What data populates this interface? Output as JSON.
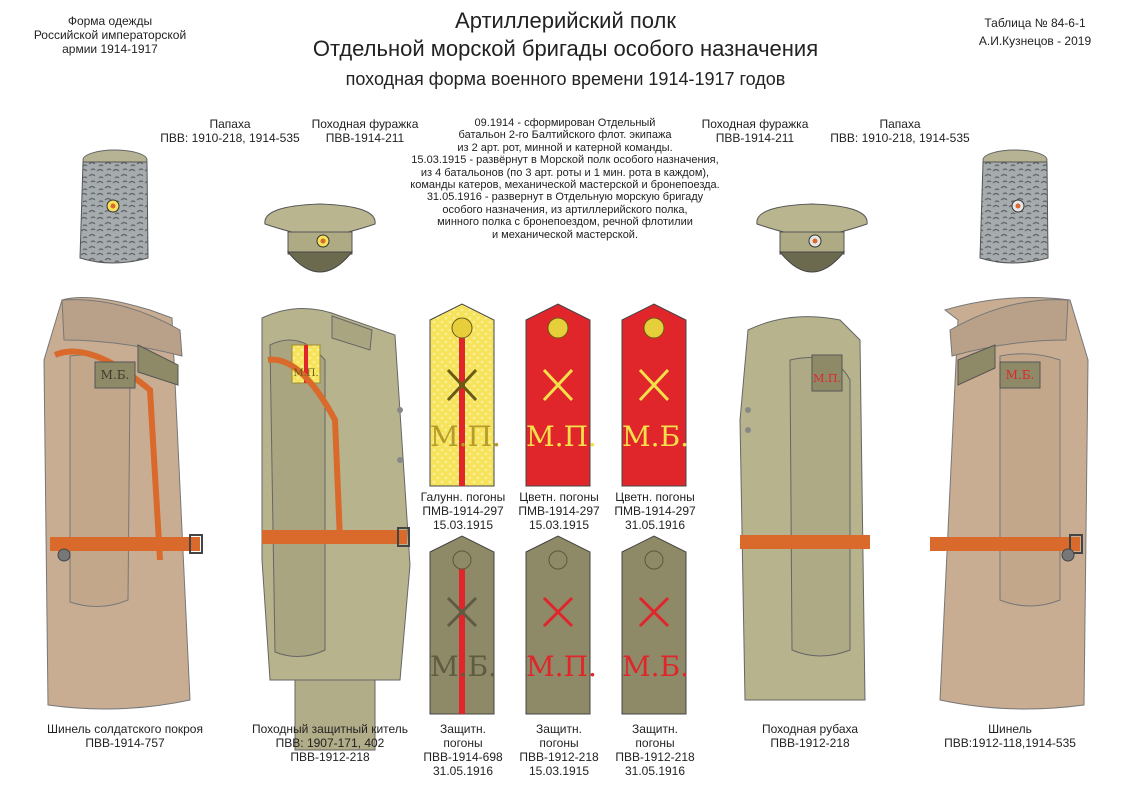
{
  "header": {
    "left_lines": [
      "Форма одежды",
      "Российской императорской",
      "армии  1914-1917"
    ],
    "title_line1": "Артиллерийский полк",
    "title_line2": "Отдельной морской бригады особого назначения",
    "subtitle": "походная форма военного времени 1914-1917 годов",
    "right_lines": [
      "Таблица № 84-6-1",
      "А.И.Кузнецов - 2019"
    ]
  },
  "headgear_labels": {
    "papakha_left": [
      "Папаха",
      "ПВВ: 1910-218, 1914-535"
    ],
    "cap_left": [
      "Походная фуражка",
      "ПВВ-1914-211"
    ],
    "cap_right": [
      "Походная фуражка",
      "ПВВ-1914-211"
    ],
    "papakha_right": [
      "Папаха",
      "ПВВ: 1910-218, 1914-535"
    ]
  },
  "history_lines": [
    "09.1914 - сформирован Отдельный",
    "батальон 2-го Балтийского флот. экипажа",
    "из 2 арт. рот, минной  и катерной команды.",
    "15.03.1915 -  развёрнут в Морской полк особого назначения,",
    "из 4 батальонов (по 3 арт. роты и 1 мин. рота в каждом),",
    "команды катеров, механической мастерской и бронепоезда.",
    "31.05.1916 - развернут в Отдельную морскую бригаду",
    "особого назначения, из артиллерийского полка,",
    "минного полка с бронепоездом, речной флотилии",
    "и механической мастерской."
  ],
  "shoulder_boards": [
    {
      "cipher": "М.П.",
      "caption": [
        "Галунн. погоны",
        "ПМВ-1914-297",
        "15.03.1915"
      ]
    },
    {
      "cipher": "М.П.",
      "caption": [
        "Цветн. погоны",
        "ПМВ-1914-297",
        "15.03.1915"
      ]
    },
    {
      "cipher": "М.Б.",
      "caption": [
        "Цветн. погоны",
        "ПМВ-1914-297",
        "31.05.1916"
      ]
    },
    {
      "cipher": "М.Б.",
      "caption": [
        "Защитн. погоны",
        "ПВВ-1914-698",
        "31.05.1916"
      ]
    },
    {
      "cipher": "М.П.",
      "caption": [
        "Защитн. погоны",
        "ПВВ-1912-218",
        "15.03.1915"
      ]
    },
    {
      "cipher": "М.Б.",
      "caption": [
        "Защитн. погоны",
        "ПВВ-1912-218",
        "31.05.1916"
      ]
    }
  ],
  "garments": [
    {
      "cipher": "М.Б.",
      "caption": [
        "Шинель солдатского покроя",
        "ПВВ-1914-757"
      ]
    },
    {
      "cipher": "М.П.",
      "caption": [
        "Походный защитный китель",
        "ПВВ: 1907-171, 402",
        "ПВВ-1912-218"
      ]
    },
    {
      "cipher": "М.П.",
      "caption": [
        "Походная рубаха",
        "ПВВ-1912-218"
      ]
    },
    {
      "cipher": "М.Б.",
      "caption": [
        "Шинель",
        "ПВВ:1912-118,1914-535"
      ]
    }
  ],
  "colors": {
    "greatcoat": "#c8ad92",
    "field_khaki": "#b7b38d",
    "khaki_dark": "#8e8a67",
    "papakha_grey": "#a6abae",
    "leather": "#d96a2b",
    "scarlet": "#e0262b",
    "gold": "#f4e04a",
    "ink": "#222222"
  }
}
